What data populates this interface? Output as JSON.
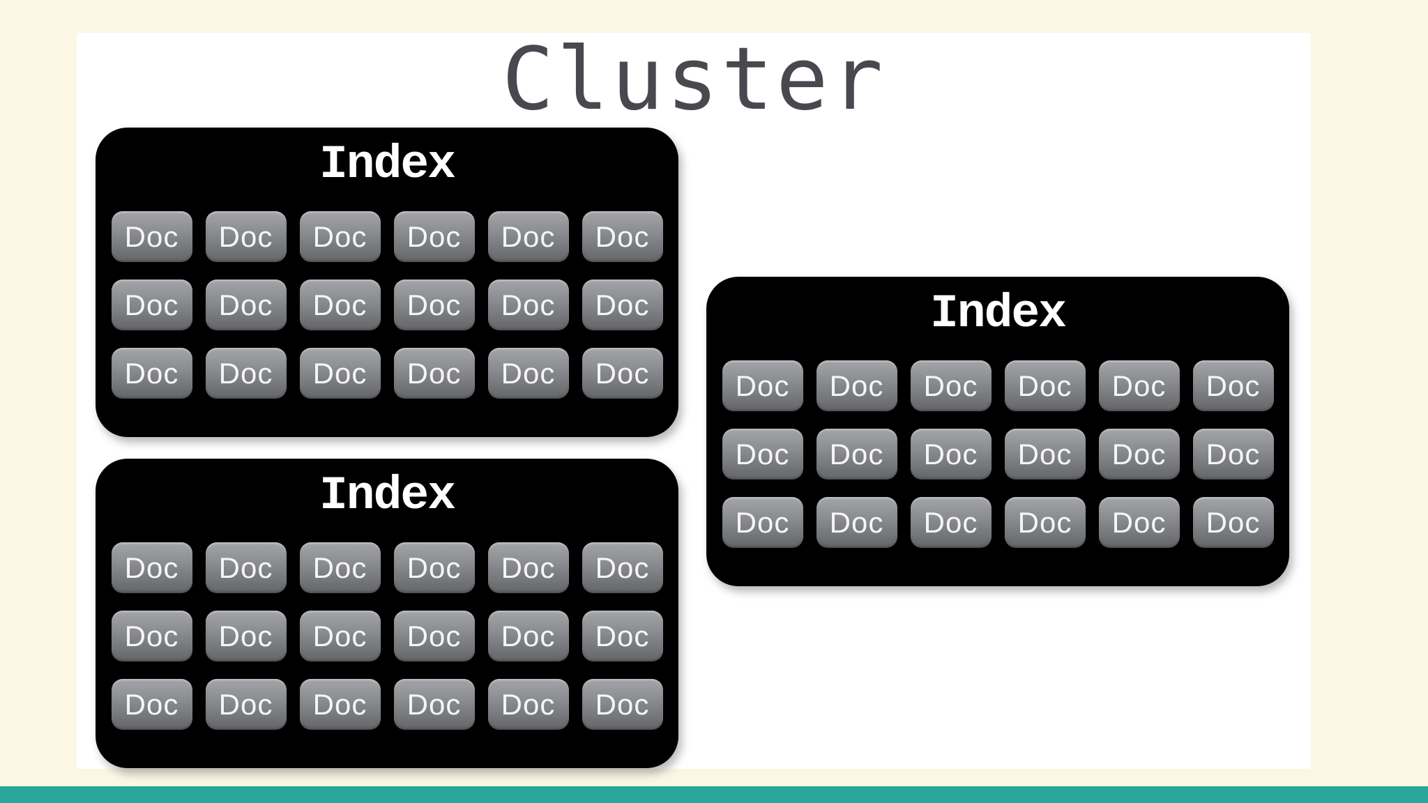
{
  "slide": {
    "title": "Cluster"
  },
  "colors": {
    "page_background": "#FCF6E5",
    "panel_background": "#FFFFFF",
    "index_box_background": "#000000",
    "index_label_text": "#FFFFFF",
    "doc_chip_top": "#A3A5A8",
    "doc_chip_bottom": "#636568",
    "doc_label_text": "#FFFFFF",
    "title_text": "#47494E",
    "footer_accent": "#2BA69A"
  },
  "diagram": {
    "indexes": [
      {
        "label": "Index",
        "docs": [
          "Doc",
          "Doc",
          "Doc",
          "Doc",
          "Doc",
          "Doc",
          "Doc",
          "Doc",
          "Doc",
          "Doc",
          "Doc",
          "Doc",
          "Doc",
          "Doc",
          "Doc",
          "Doc",
          "Doc",
          "Doc"
        ]
      },
      {
        "label": "Index",
        "docs": [
          "Doc",
          "Doc",
          "Doc",
          "Doc",
          "Doc",
          "Doc",
          "Doc",
          "Doc",
          "Doc",
          "Doc",
          "Doc",
          "Doc",
          "Doc",
          "Doc",
          "Doc",
          "Doc",
          "Doc",
          "Doc"
        ]
      },
      {
        "label": "Index",
        "docs": [
          "Doc",
          "Doc",
          "Doc",
          "Doc",
          "Doc",
          "Doc",
          "Doc",
          "Doc",
          "Doc",
          "Doc",
          "Doc",
          "Doc",
          "Doc",
          "Doc",
          "Doc",
          "Doc",
          "Doc",
          "Doc"
        ]
      }
    ]
  }
}
